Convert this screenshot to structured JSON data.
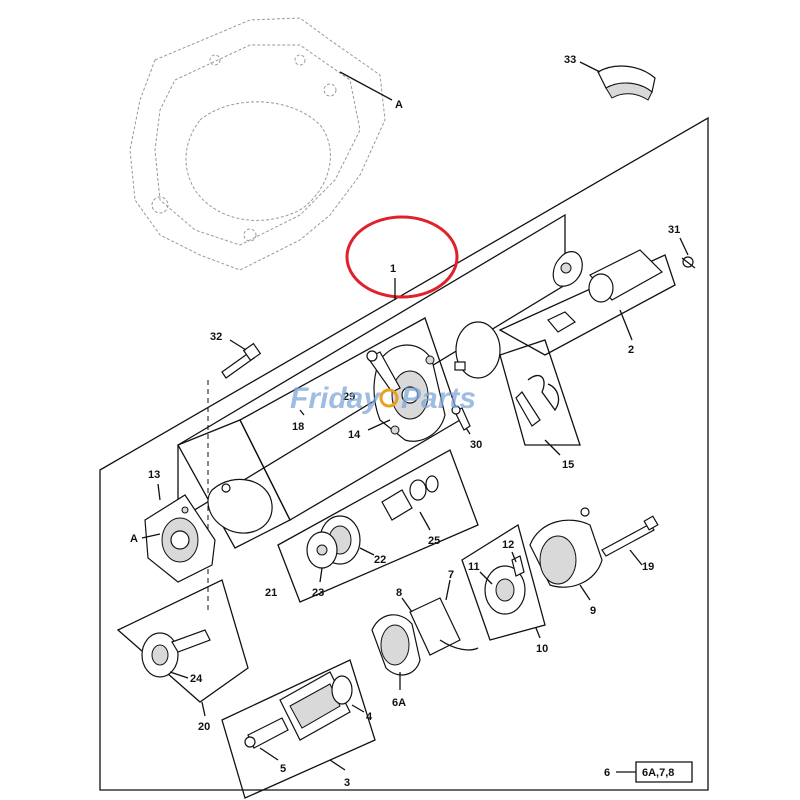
{
  "callouts": {
    "c1": "1",
    "c2": "2",
    "c3": "3",
    "c4": "4",
    "c5": "5",
    "c6": "6",
    "c6a": "6A",
    "c7": "7",
    "c8": "8",
    "c9": "9",
    "c10": "10",
    "c11": "11",
    "c12": "12",
    "c13": "13",
    "c14": "14",
    "c15": "15",
    "c18": "18",
    "c19": "19",
    "c20": "20",
    "c21": "21",
    "c22": "22",
    "c23": "23",
    "c24": "24",
    "c25": "25",
    "c29": "29",
    "c30": "30",
    "c31": "31",
    "c32": "32",
    "c33": "33",
    "cA_top": "A",
    "cA_left": "A"
  },
  "legend": {
    "item": "6",
    "refs": "6A,7,8"
  },
  "watermark": {
    "brand_left": "Friday",
    "brand_right": "Parts"
  },
  "colors": {
    "highlight": "#e0202a",
    "watermark": "#7fa6d8",
    "ghost_outline": "#9a9a9a"
  }
}
